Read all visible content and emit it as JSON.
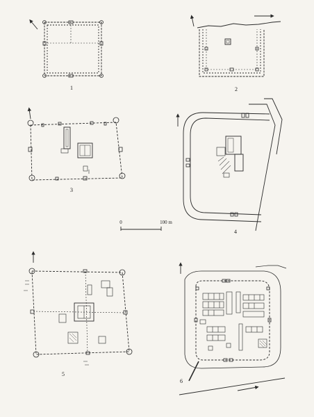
{
  "figures": [
    {
      "number": "1"
    },
    {
      "number": "2"
    },
    {
      "number": "3"
    },
    {
      "number": "4"
    },
    {
      "number": "5"
    },
    {
      "number": "6"
    }
  ],
  "scale_bar": {
    "start_label": "0",
    "end_label": "100 m"
  },
  "colors": {
    "ink": "#2a2a2a",
    "paper": "#f6f4ef",
    "hatch": "#555555"
  }
}
